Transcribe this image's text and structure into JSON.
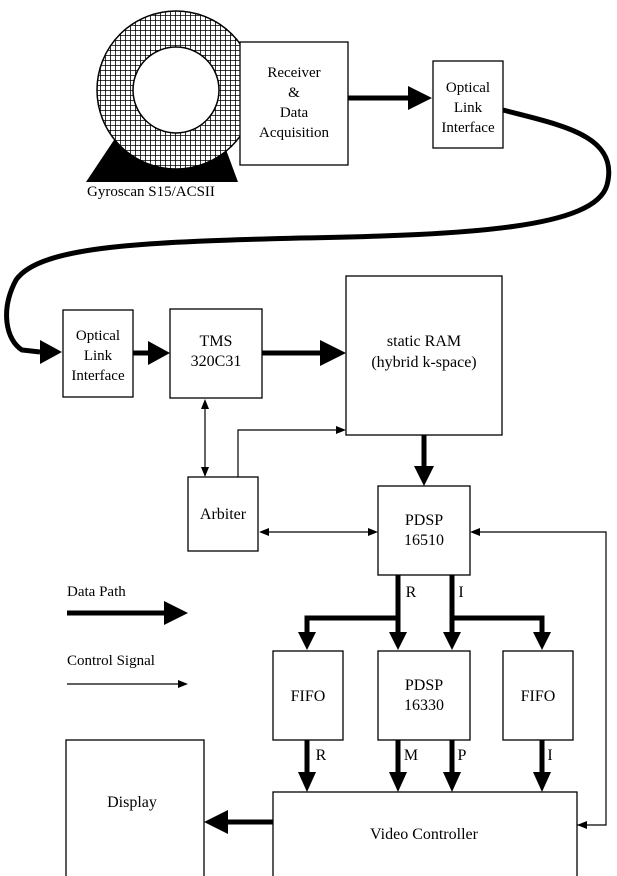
{
  "blocks": {
    "scanner_label": "Gyroscan S15/ACSII",
    "receiver": [
      "Receiver",
      "&",
      "Data",
      "Acquisition"
    ],
    "optical_link_top": [
      "Optical",
      "Link",
      "Interface"
    ],
    "optical_link_bottom": [
      "Optical",
      "Link",
      "Interface"
    ],
    "tms": [
      "TMS",
      "320C31"
    ],
    "static_ram": [
      "static RAM",
      "(hybrid k-space)"
    ],
    "arbiter": "Arbiter",
    "pdsp_16510": [
      "PDSP",
      "16510"
    ],
    "fifo_left": "FIFO",
    "pdsp_16330": [
      "PDSP",
      "16330"
    ],
    "fifo_right": "FIFO",
    "display": "Display",
    "video_controller": "Video Controller"
  },
  "signal_labels": {
    "r_top": "R",
    "i_top": "I",
    "r_bottom": "R",
    "m_bottom": "M",
    "p_bottom": "P",
    "i_bottom": "I"
  },
  "legend": {
    "data_path": "Data Path",
    "control_signal": "Control Signal"
  }
}
